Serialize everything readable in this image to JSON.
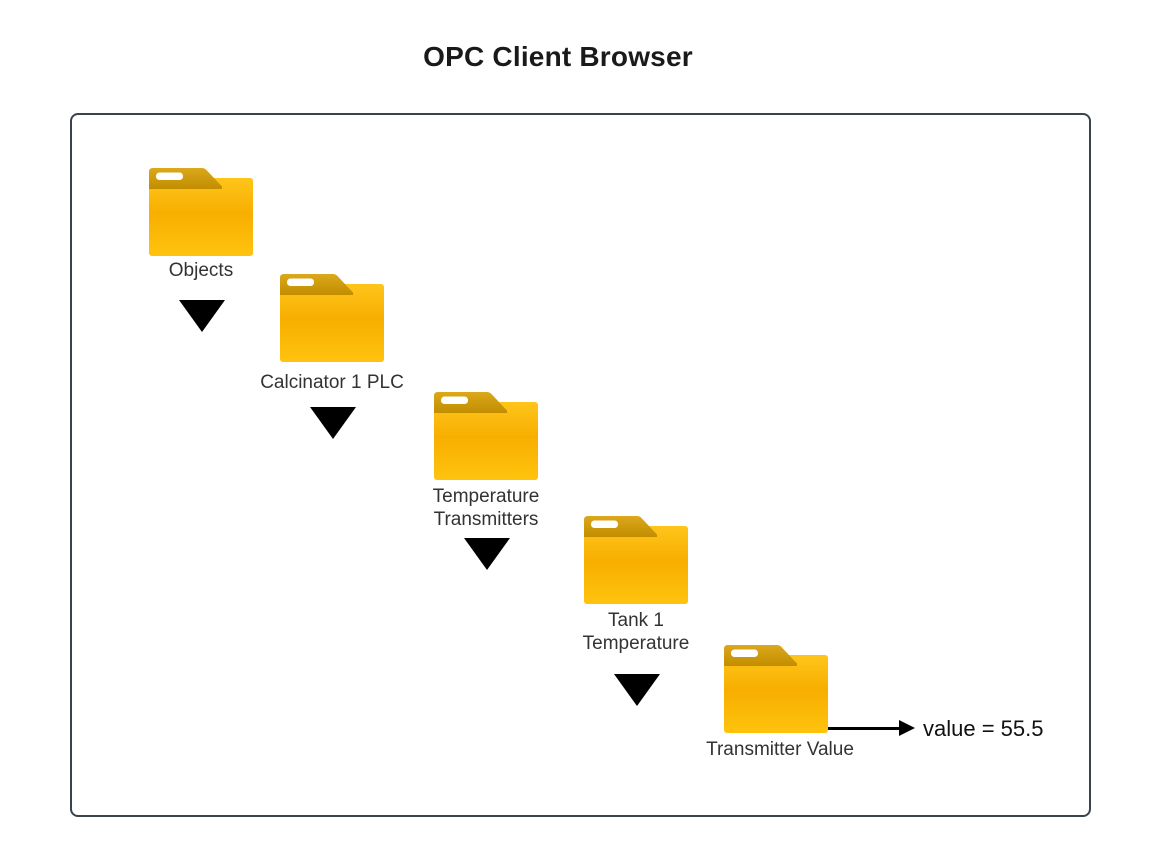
{
  "title": "OPC Client Browser",
  "panel": {
    "border_color": "#3A424D",
    "background": "#FFFFFF"
  },
  "tree": {
    "nodes": [
      {
        "label": "Objects",
        "icon": "folder-closed-icon",
        "has_expand_arrow": true
      },
      {
        "label": "Calcinator 1 PLC",
        "icon": "folder-closed-icon",
        "has_expand_arrow": true
      },
      {
        "label": "Temperature\nTransmitters",
        "icon": "folder-closed-icon",
        "has_expand_arrow": true
      },
      {
        "label": "Tank 1\nTemperature",
        "icon": "folder-closed-icon",
        "has_expand_arrow": true
      },
      {
        "label": "Transmitter Value",
        "icon": "folder-closed-icon",
        "has_expand_arrow": false,
        "value": "value = 55.5"
      }
    ]
  },
  "colors": {
    "folder_body_top": "#FFC51B",
    "folder_body_mid": "#F7AE00",
    "folder_body_bottom": "#FFC30E",
    "folder_tab_top": "#DCA81C",
    "folder_tab_bottom": "#C28E00",
    "folder_slot": "#FFFFFF",
    "expand_triangle": "#000000",
    "value_arrow": "#000000",
    "label_text": "#333333",
    "title_text": "#1A1A1A",
    "value_text": "#111111"
  }
}
